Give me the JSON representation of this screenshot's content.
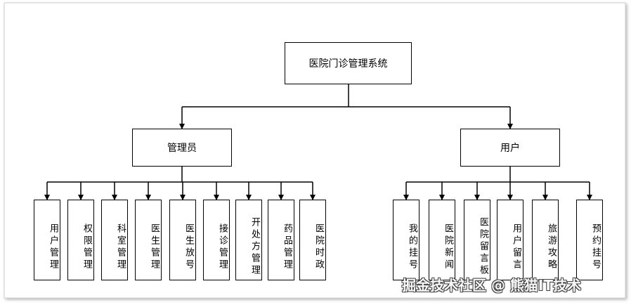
{
  "diagram": {
    "root": "医院门诊管理系统",
    "branches": [
      {
        "label": "管理员",
        "children": [
          "用户管理",
          "权限管理",
          "科室管理",
          "医生管理",
          "医生放号",
          "接诊管理",
          "开处方管理",
          "药品管理",
          "医院时政"
        ]
      },
      {
        "label": "用户",
        "children": [
          "我的挂号",
          "医院新闻",
          "医院留言板",
          "用户留言",
          "旅游攻略",
          "预约挂号"
        ]
      }
    ]
  },
  "watermark": "掘金技术社区 @ 熊猫IT技术"
}
